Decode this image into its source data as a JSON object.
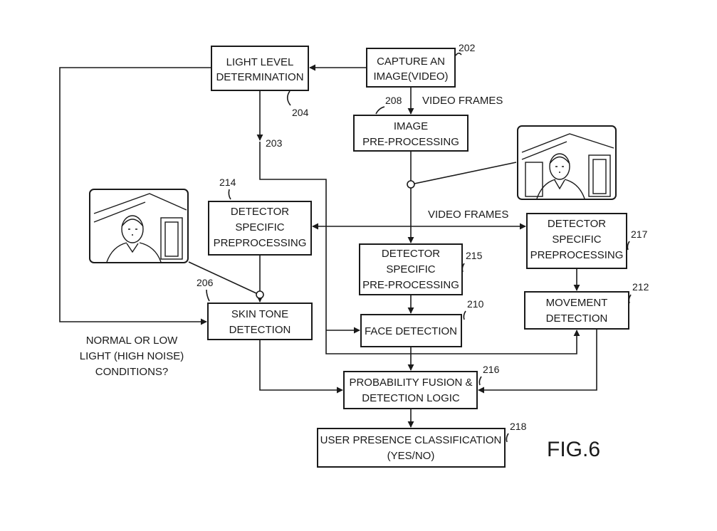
{
  "figure_label": "FIG.6",
  "boxes": {
    "light_level": {
      "ref": "204",
      "lines": [
        "LIGHT LEVEL",
        "DETERMINATION"
      ]
    },
    "capture": {
      "ref": "202",
      "lines": [
        "CAPTURE AN",
        "IMAGE(VIDEO)"
      ]
    },
    "image_pre": {
      "ref": "208",
      "lines": [
        "IMAGE",
        "PRE-PROCESSING"
      ]
    },
    "detector_214": {
      "ref": "214",
      "lines": [
        "DETECTOR",
        "SPECIFIC",
        "PREPROCESSING"
      ]
    },
    "detector_215": {
      "ref": "215",
      "lines": [
        "DETECTOR",
        "SPECIFIC",
        "PRE-PROCESSING"
      ]
    },
    "detector_217": {
      "ref": "217",
      "lines": [
        "DETECTOR",
        "SPECIFIC",
        "PREPROCESSING"
      ]
    },
    "skin_tone": {
      "ref": "206",
      "lines": [
        "SKIN TONE",
        "DETECTION"
      ]
    },
    "face": {
      "ref": "210",
      "lines": [
        "FACE DETECTION"
      ]
    },
    "movement": {
      "ref": "212",
      "lines": [
        "MOVEMENT",
        "DETECTION"
      ]
    },
    "fusion": {
      "ref": "216",
      "lines": [
        "PROBABILITY FUSION &",
        "DETECTION LOGIC"
      ]
    },
    "presence": {
      "ref": "218",
      "lines": [
        "USER PRESENCE CLASSIFICATION",
        "(YES/NO)"
      ]
    }
  },
  "labels": {
    "video_frames_top": "VIDEO FRAMES",
    "video_frames_mid": "VIDEO FRAMES",
    "ref_203": "203",
    "light_question": [
      "NORMAL OR LOW",
      "LIGHT (HIGH NOISE)",
      "CONDITIONS?"
    ]
  },
  "icons": {
    "left_image": "person-photo-icon",
    "right_image": "person-photo-icon"
  }
}
